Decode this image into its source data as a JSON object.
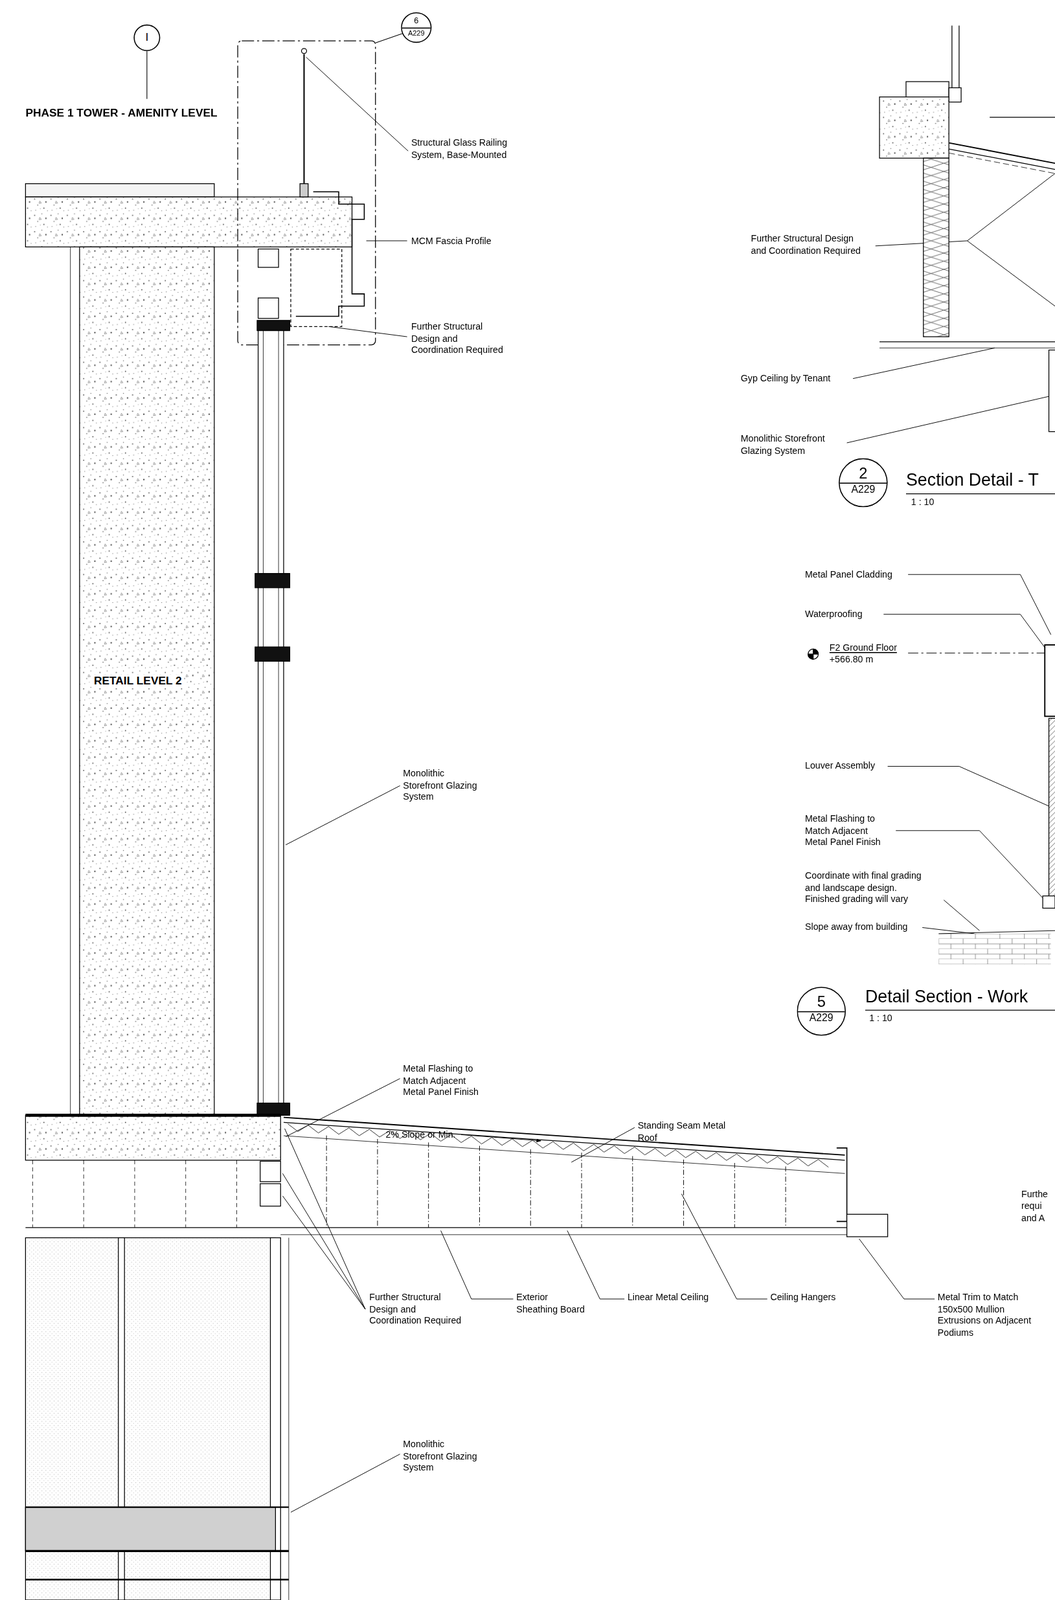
{
  "diagram": {
    "nodes": [
      {
        "text": [
          "I"
        ]
      },
      {
        "text": [
          "6",
          "A229"
        ]
      },
      {
        "text": [
          "2",
          "A229"
        ]
      },
      {
        "text": [
          "5",
          "A229"
        ]
      }
    ],
    "labels": [
      "PHASE 1 TOWER - AMENITY LEVEL",
      "Structural Glass Railing System, Base-Mounted",
      "MCM Fascia Profile",
      "Further Structural Design and Coordination Required",
      "RETAIL LEVEL 2",
      "Monolithic Storefront Glazing System",
      "Metal Flashing to Match Adjacent Metal Panel Finish",
      "2% Slope or Min.",
      "Standing Seam Metal Roof",
      "Further Structural Design and Coordination Required",
      "Exterior Sheathing Board",
      "Linear Metal Ceiling",
      "Ceiling Hangers",
      "Metal Trim to Match 150x500 Mullion Extrusions on Adjacent Podiums",
      "Monolithic Storefront Glazing System",
      "Further Structural Design and Coordination Required",
      "Gyp Ceiling by Tenant",
      "Monolithic Storefront Glazing System",
      "Section Detail - T",
      "1 : 10",
      "Metal Panel Cladding",
      "Waterproofing",
      "F2 Ground Floor",
      "+566.80 m",
      "Louver Assembly",
      "Metal Flashing to Match Adjacent Metal Panel Finish",
      "Coordinate with final grading and landscape design. Finished grading will vary",
      "Slope away from building",
      "Detail Section - Work",
      "1 : 10",
      "Furthe",
      "requi",
      "and A"
    ]
  }
}
